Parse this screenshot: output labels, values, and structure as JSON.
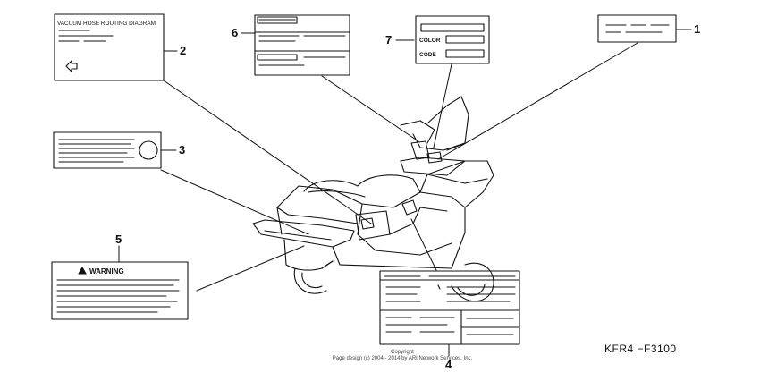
{
  "labels": {
    "vacuum_title": "VACUUM HOSE ROUTING DIAGRAM",
    "color": "COLOR",
    "code": "CODE",
    "warning": "WARNING"
  },
  "callouts": [
    "1",
    "2",
    "3",
    "4",
    "5",
    "6",
    "7"
  ],
  "diagram_code": "KFR4 −F3100",
  "copyright": {
    "line1": "Copyright",
    "line2": "Page design (c) 2004 - 2014 by ARI Network Services, Inc."
  }
}
